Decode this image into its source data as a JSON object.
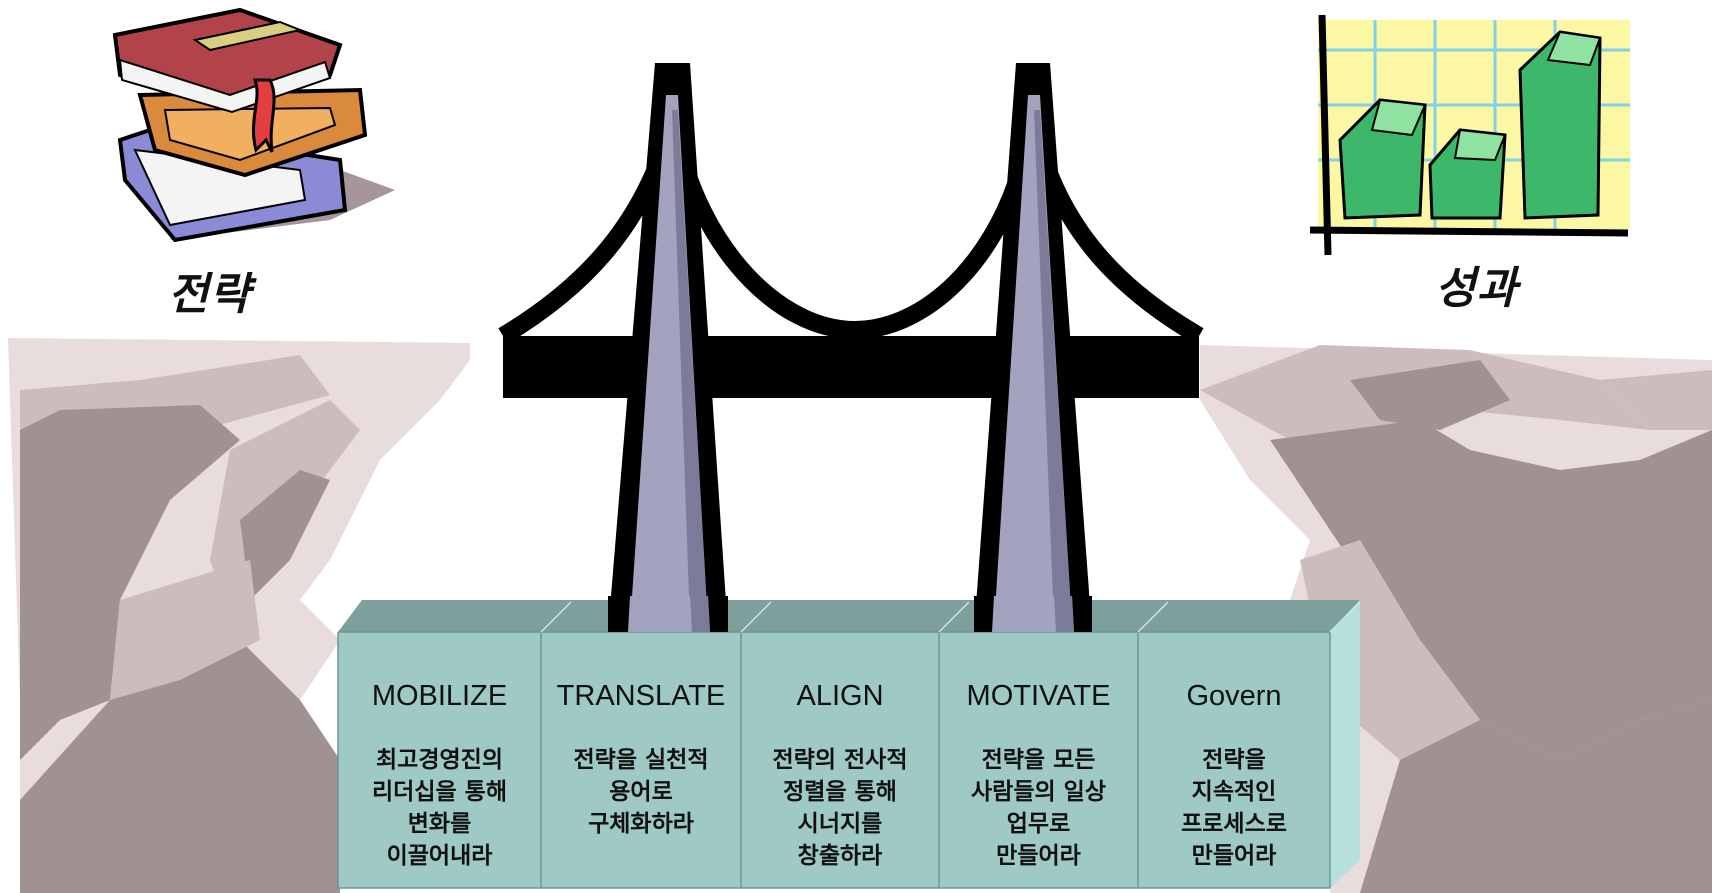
{
  "left_label": "전략",
  "right_label": "성과",
  "colors": {
    "cliff_light": "#e8dcdc",
    "cliff_mid": "#cdbcbe",
    "cliff_dark": "#a19292",
    "bridge": "#000000",
    "tower_fill": "#a3a3bf",
    "box_front": "#9ec9c4",
    "box_top": "#7ea09c",
    "box_side": "#b7e0dd"
  },
  "icons": {
    "left": "book-stack-icon",
    "right": "money-bar-chart-icon"
  },
  "steps": [
    {
      "title": "MOBILIZE",
      "description": "최고경영진의\n리더십을 통해\n변화를\n이끌어내라"
    },
    {
      "title": "TRANSLATE",
      "description": "전략을 실천적\n용어로\n구체화하라"
    },
    {
      "title": "ALIGN",
      "description": "전략의 전사적\n정렬을 통해\n시너지를\n창출하라"
    },
    {
      "title": "MOTIVATE",
      "description": "전략을 모든\n사람들의 일상\n업무로\n만들어라"
    },
    {
      "title": "Govern",
      "description": "전략을\n지속적인\n프로세스로\n만들어라"
    }
  ]
}
